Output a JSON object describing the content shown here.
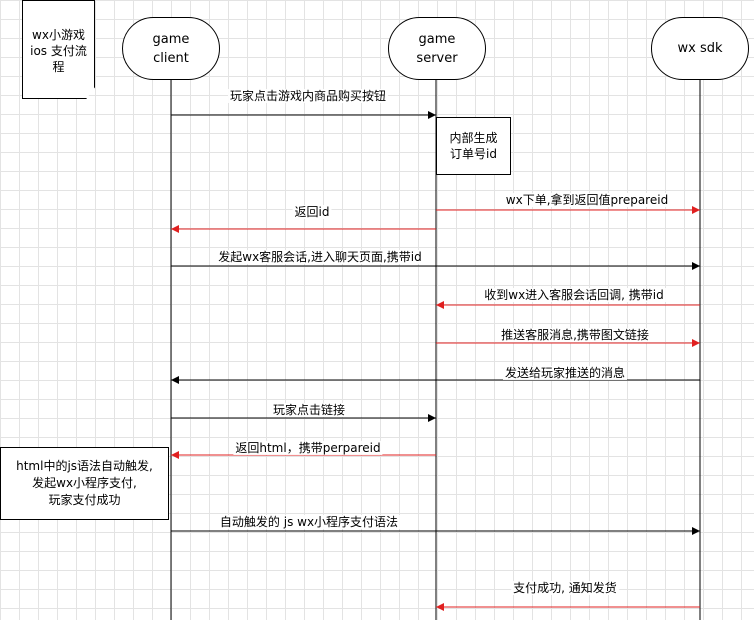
{
  "title_note": "wx小游戏\nios 支付流\n程",
  "actors": [
    {
      "id": "client",
      "label": "game\nclient"
    },
    {
      "id": "server",
      "label": "game\nserver"
    },
    {
      "id": "sdk",
      "label": "wx sdk"
    }
  ],
  "order_box": "内部生成\n订单号id",
  "html_note": "html中的js语法自动触发,\n发起wx小程序支付,\n玩家支付成功",
  "colors": {
    "black_arrow": "#000000",
    "red_arrow": "#e02020"
  },
  "messages": [
    {
      "from": "client",
      "to": "server",
      "label": "玩家点击游戏内商品购买按钮",
      "color": "black"
    },
    {
      "from": "server",
      "to": "sdk",
      "label": "wx下单,拿到返回值prepareid",
      "color": "red"
    },
    {
      "from": "server",
      "to": "client",
      "label": "返回id",
      "color": "red"
    },
    {
      "from": "client",
      "to": "sdk",
      "label": "发起wx客服会话,进入聊天页面,携带id",
      "color": "black"
    },
    {
      "from": "sdk",
      "to": "server",
      "label": "收到wx进入客服会话回调, 携带id",
      "color": "red"
    },
    {
      "from": "server",
      "to": "sdk",
      "label": "推送客服消息,携带图文链接",
      "color": "red"
    },
    {
      "from": "sdk",
      "to": "client",
      "label": "发送给玩家推送的消息",
      "color": "black"
    },
    {
      "from": "client",
      "to": "server",
      "label": "玩家点击链接",
      "color": "black"
    },
    {
      "from": "server",
      "to": "client",
      "label": "返回html，携带perpareid",
      "color": "red"
    },
    {
      "from": "client",
      "to": "sdk",
      "label": "自动触发的 js wx小程序支付语法",
      "color": "black"
    },
    {
      "from": "sdk",
      "to": "server",
      "label": "支付成功, 通知发货",
      "color": "red"
    }
  ]
}
